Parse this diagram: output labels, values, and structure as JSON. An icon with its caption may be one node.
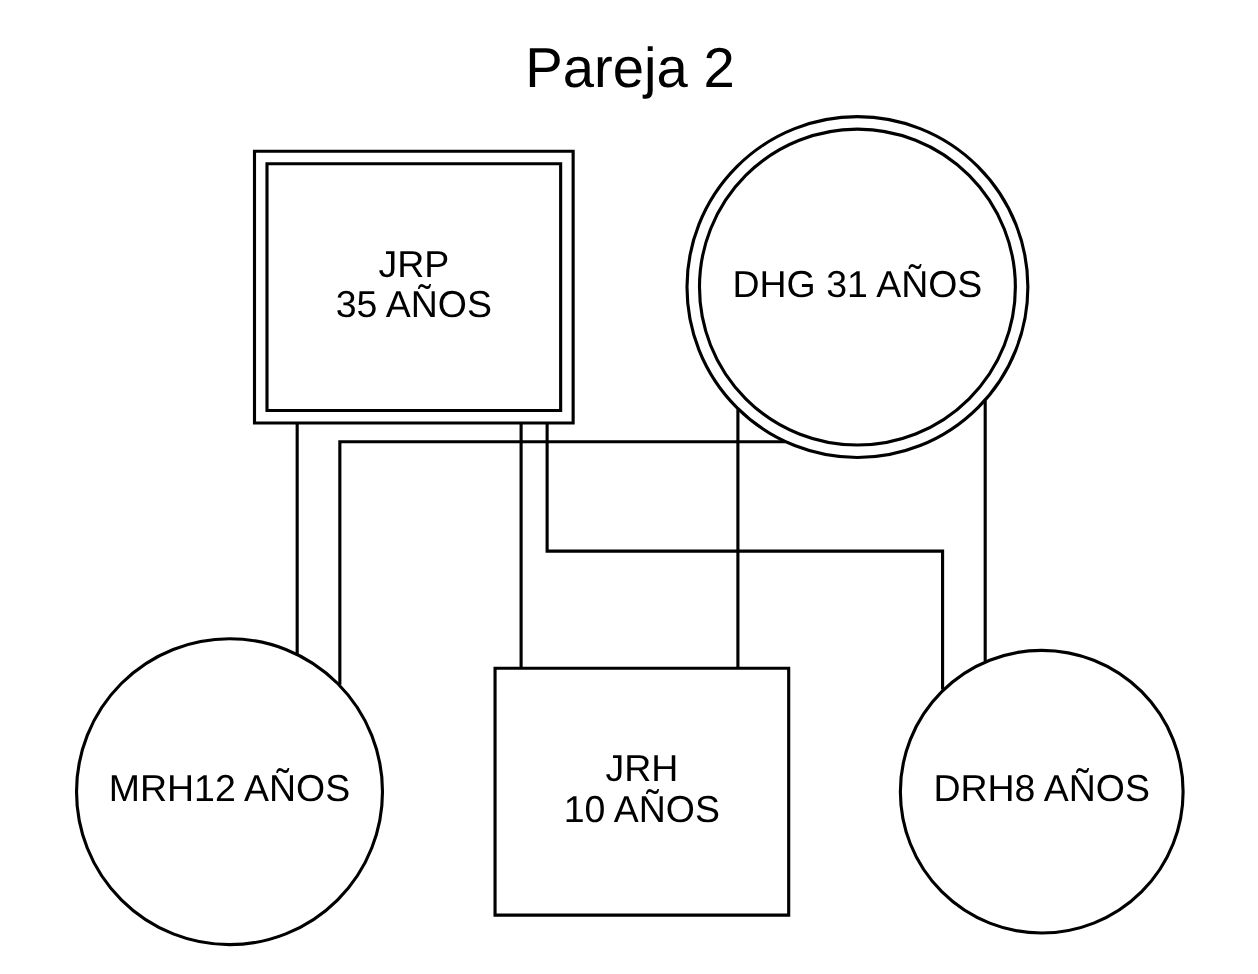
{
  "diagram": {
    "title": "Pareja 2",
    "nodes": [
      {
        "text": [
          "JRP",
          "35 AÑOS"
        ]
      },
      {
        "text": [
          "DHG 31 AÑOS"
        ]
      },
      {
        "text": [
          "MRH12 AÑOS"
        ]
      },
      {
        "text": [
          "JRH",
          "10 AÑOS"
        ]
      },
      {
        "text": [
          "DRH8 AÑOS"
        ]
      }
    ],
    "edges": [
      {
        "from": 0,
        "to": 2,
        "arrow": "none"
      },
      {
        "from": 0,
        "to": 3,
        "arrow": "none"
      },
      {
        "from": 0,
        "to": 4,
        "arrow": "none"
      },
      {
        "from": 1,
        "to": 2,
        "arrow": "none"
      },
      {
        "from": 1,
        "to": 3,
        "arrow": "none"
      },
      {
        "from": 1,
        "to": 4,
        "arrow": "none"
      }
    ]
  }
}
